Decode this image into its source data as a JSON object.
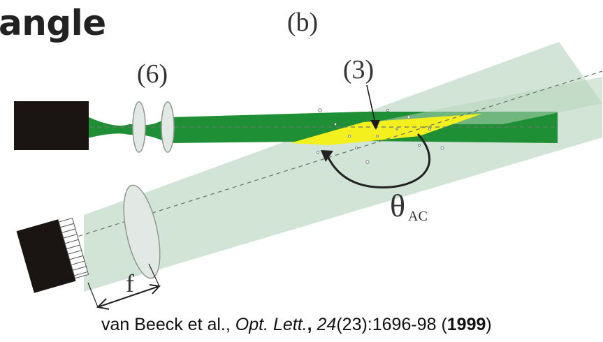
{
  "title": "angle",
  "panel_label": "(b)",
  "labels": {
    "lens_group": "(6)",
    "measurement_volume": "(3)",
    "angle_symbol": "θ",
    "angle_subscript": "AC",
    "focal_length": "f"
  },
  "citation": {
    "authors": "van Beeck et al.,",
    "journal": "Opt. Lett.",
    "comma": ",",
    "volume": "24",
    "pages": "(23):1696-98 (",
    "year": "1999",
    "close": ")"
  },
  "colors": {
    "laser_beam": "#1e8f34",
    "scattered_light": "#cfe3d4",
    "intersection": "#f3f01e",
    "laser_source": "#1a1412",
    "camera": "#1a1412",
    "lens": "#e2e8e4"
  },
  "icons": [
    "laser-source-icon",
    "camera-icon",
    "lens-icon",
    "angle-arrow-icon"
  ]
}
